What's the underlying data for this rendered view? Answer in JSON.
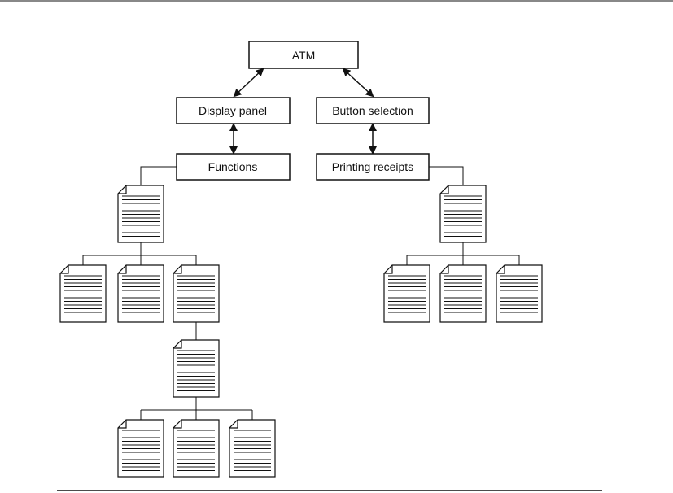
{
  "diagram": {
    "nodes": {
      "root": "ATM",
      "display": "Display panel",
      "button": "Button selection",
      "functions": "Functions",
      "printing": "Printing receipts"
    },
    "connections": [
      {
        "from": "root",
        "to": "display",
        "style": "double-arrow"
      },
      {
        "from": "root",
        "to": "button",
        "style": "double-arrow"
      },
      {
        "from": "display",
        "to": "functions",
        "style": "double-arrow"
      },
      {
        "from": "button",
        "to": "printing",
        "style": "double-arrow"
      },
      {
        "from": "functions",
        "to": "doc-f",
        "style": "line"
      },
      {
        "from": "doc-f",
        "to": "doc-f1",
        "style": "line"
      },
      {
        "from": "doc-f",
        "to": "doc-f2",
        "style": "line"
      },
      {
        "from": "doc-f",
        "to": "doc-f3",
        "style": "line"
      },
      {
        "from": "doc-f3",
        "to": "doc-g",
        "style": "line"
      },
      {
        "from": "doc-g",
        "to": "doc-g1",
        "style": "line"
      },
      {
        "from": "doc-g",
        "to": "doc-g2",
        "style": "line"
      },
      {
        "from": "doc-g",
        "to": "doc-g3",
        "style": "line"
      },
      {
        "from": "printing",
        "to": "doc-p",
        "style": "line"
      },
      {
        "from": "doc-p",
        "to": "doc-p1",
        "style": "line"
      },
      {
        "from": "doc-p",
        "to": "doc-p2",
        "style": "line"
      },
      {
        "from": "doc-p",
        "to": "doc-p3",
        "style": "line"
      }
    ],
    "document_icon": "document-icon",
    "colors": {
      "stroke": "#111111",
      "fill": "#ffffff",
      "top_rule": "#888888"
    }
  }
}
